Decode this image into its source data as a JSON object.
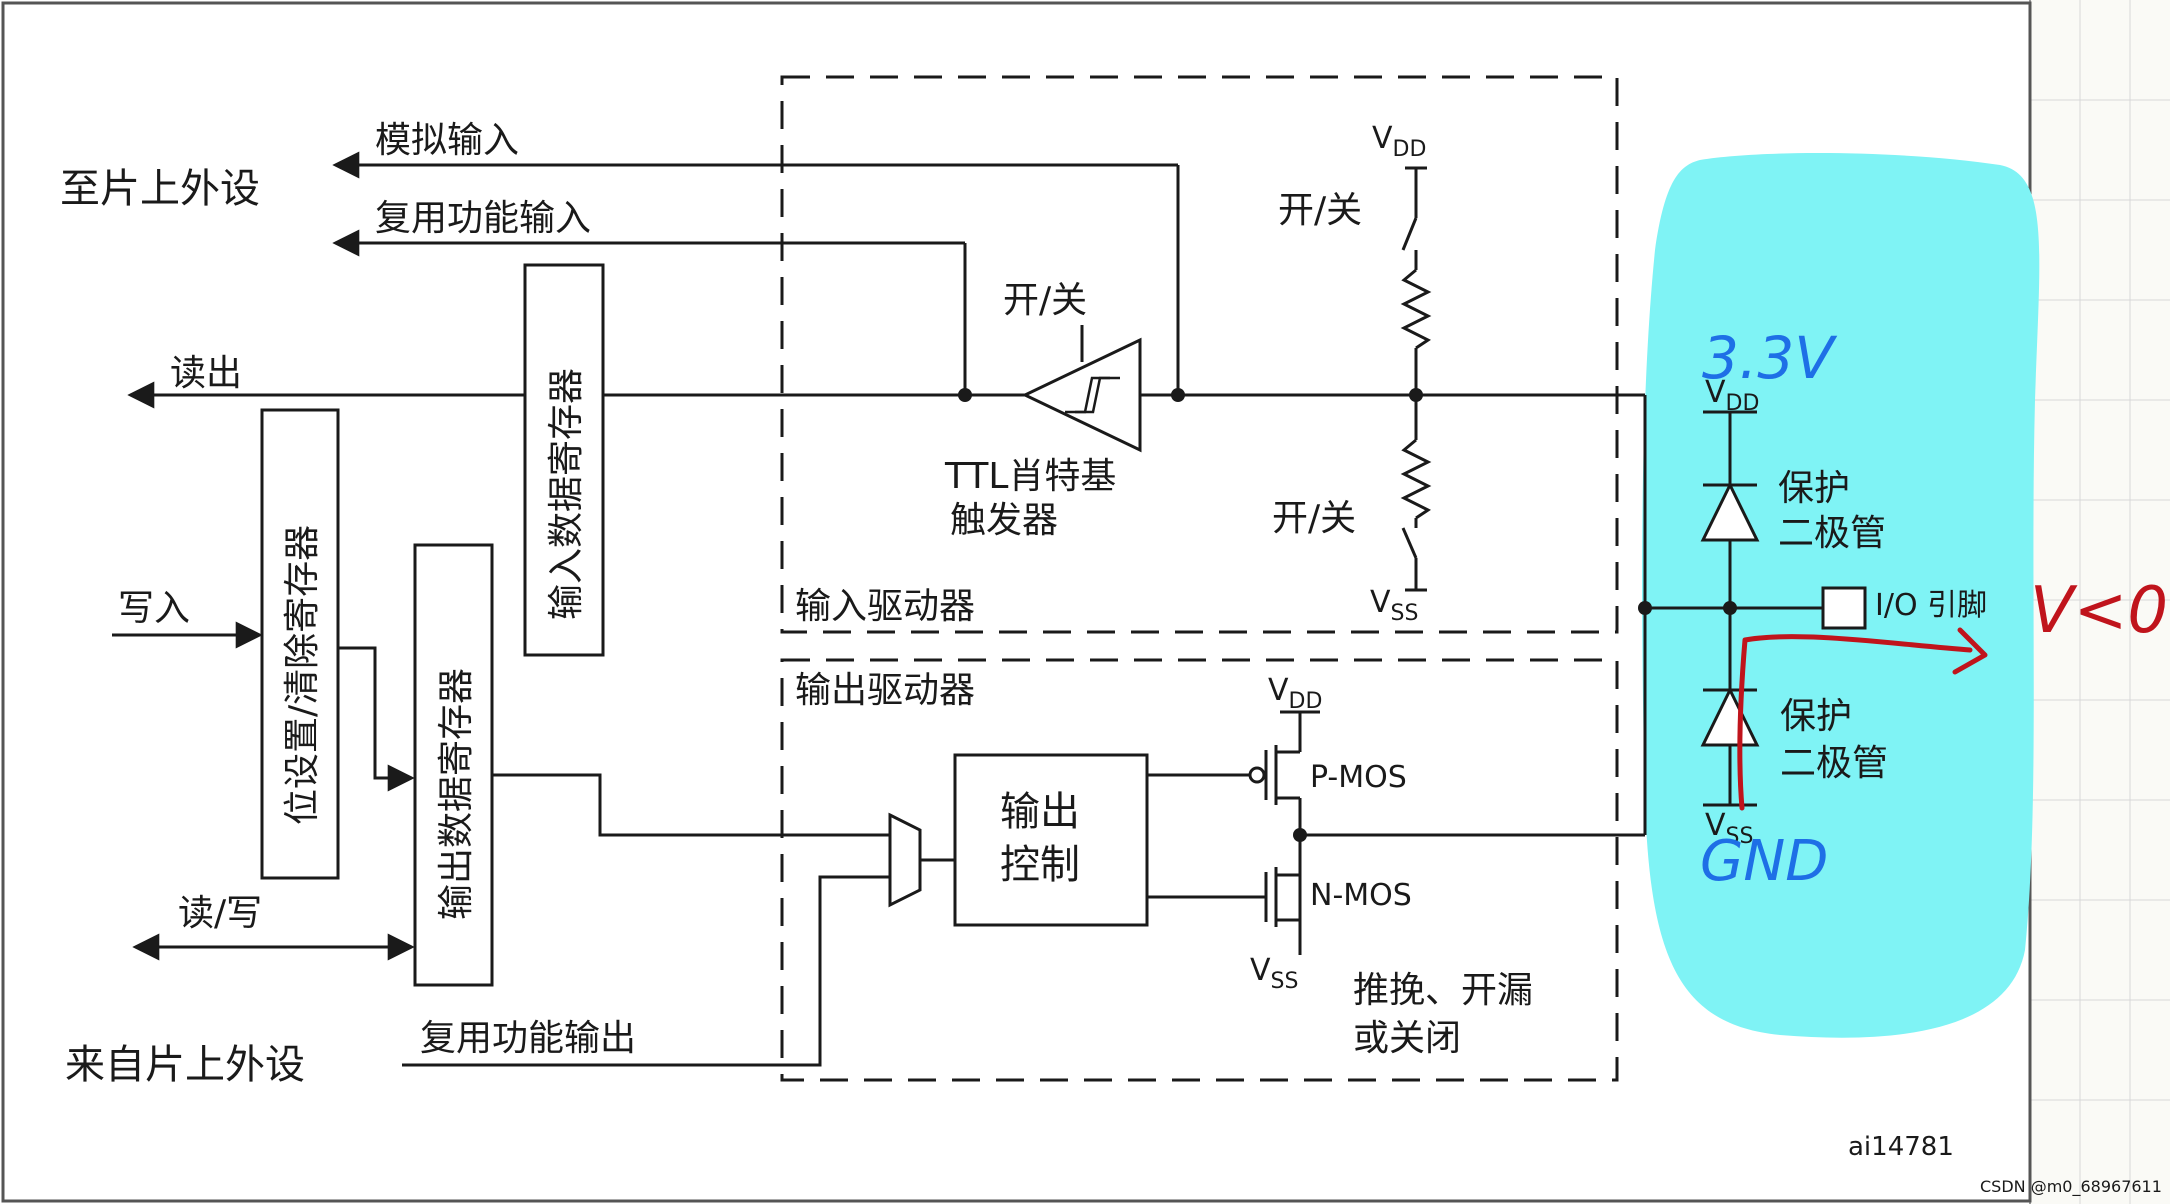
{
  "labels": {
    "to_onchip_periph": "至片上外设",
    "analog_input": "模拟输入",
    "af_input": "复用功能输入",
    "read_out": "读出",
    "write_in": "写入",
    "read_write": "读/写",
    "from_onchip_periph": "来自片上外设",
    "af_output": "复用功能输出",
    "input_data_reg": "输入数据寄存器",
    "bit_set_reset_reg": "位设置/清除寄存器",
    "output_data_reg": "输出数据寄存器",
    "on_off_trigger": "开/关",
    "on_off_pullup": "开/关",
    "on_off_pulldown": "开/关",
    "ttl_schmitt_1": "TTL肖特基",
    "ttl_schmitt_2": "触发器",
    "input_driver": "输入驱动器",
    "output_driver": "输出驱动器",
    "output_control_1": "输出",
    "output_control_2": "控制",
    "pmos": "P-MOS",
    "nmos": "N-MOS",
    "mode_1": "推挽、开漏",
    "mode_2": "或关闭",
    "protect_diode_top_1": "保护",
    "protect_diode_top_2": "二极管",
    "protect_diode_bot_1": "保护",
    "protect_diode_bot_2": "二极管",
    "io_pin": "I/O 引脚",
    "figure_id": "ai14781",
    "watermark": "CSDN @m0_68967611"
  },
  "supply": {
    "vdd_main": "DD",
    "vss_main": "SS"
  },
  "annotations": {
    "voltage_33": "3.3V",
    "gnd": "GND",
    "v_lt_0": "V<0"
  },
  "colors": {
    "line": "#1a1a1a",
    "highlight": "#7ff3f5",
    "annotation_blue": "#1e6fe6",
    "annotation_red": "#c0141c",
    "grid": "#d8d8d8"
  }
}
